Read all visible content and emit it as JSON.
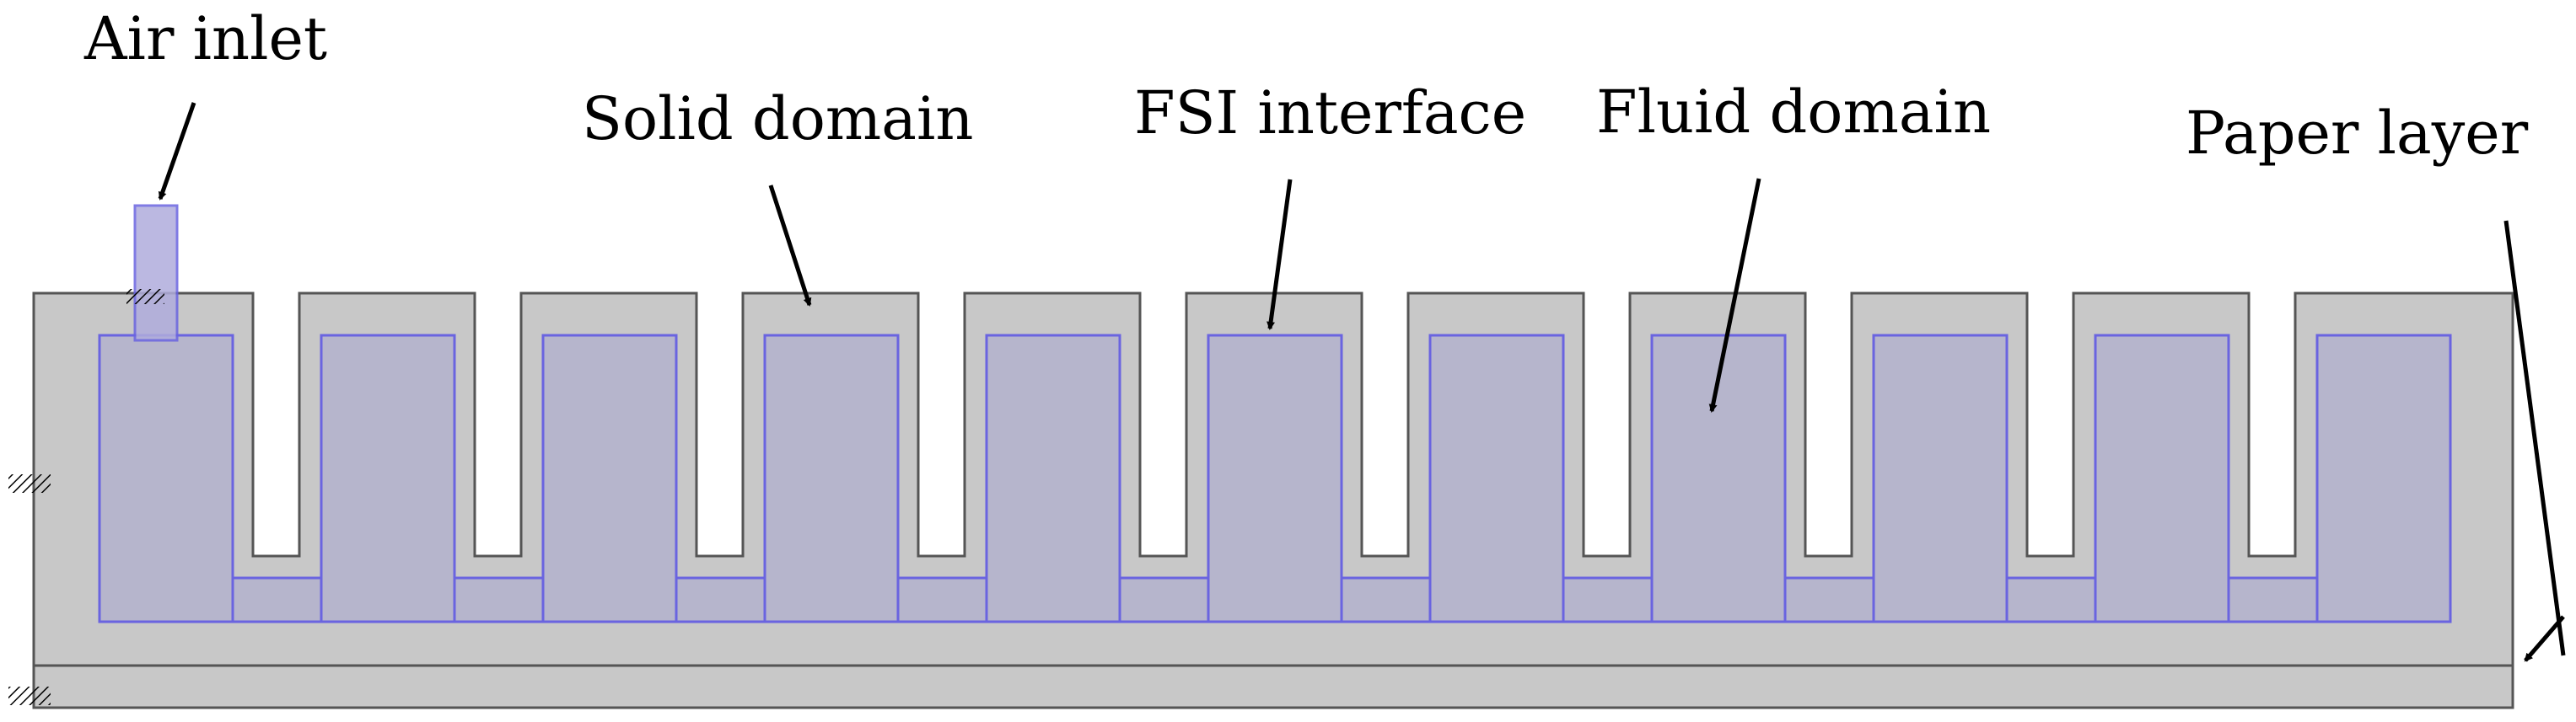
{
  "labels": {
    "air_inlet": "Air inlet",
    "solid_domain": "Solid domain",
    "fsi_interface": "FSI interface",
    "fluid_domain": "Fluid domain",
    "paper_layer": "Paper layer"
  },
  "colors": {
    "solid": "#c8c8c8",
    "solid_stroke": "#555555",
    "fluid": "#b6b5cc",
    "fluid_stroke": "#6a64e0",
    "inlet": "#b0acdc",
    "arrow": "#000000"
  },
  "chamber_count": 11
}
